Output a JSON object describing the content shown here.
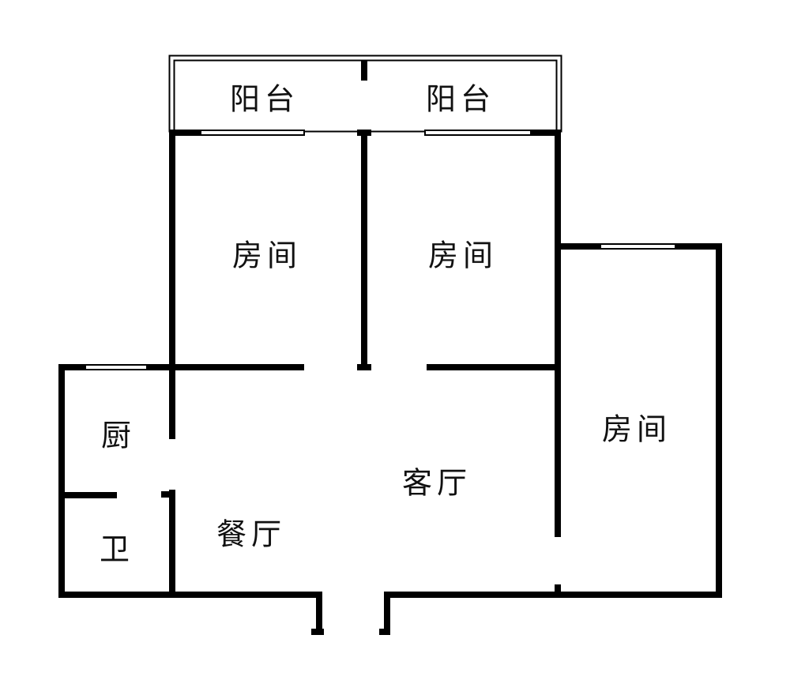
{
  "rooms": {
    "balcony_left": "阳台",
    "balcony_right": "阳台",
    "bedroom_1": "房间",
    "bedroom_2": "房间",
    "bedroom_3": "房间",
    "kitchen": "厨",
    "bathroom": "卫",
    "dining_room": "餐厅",
    "living_room": "客厅"
  },
  "colors": {
    "wall": "#000000",
    "background": "#ffffff"
  }
}
